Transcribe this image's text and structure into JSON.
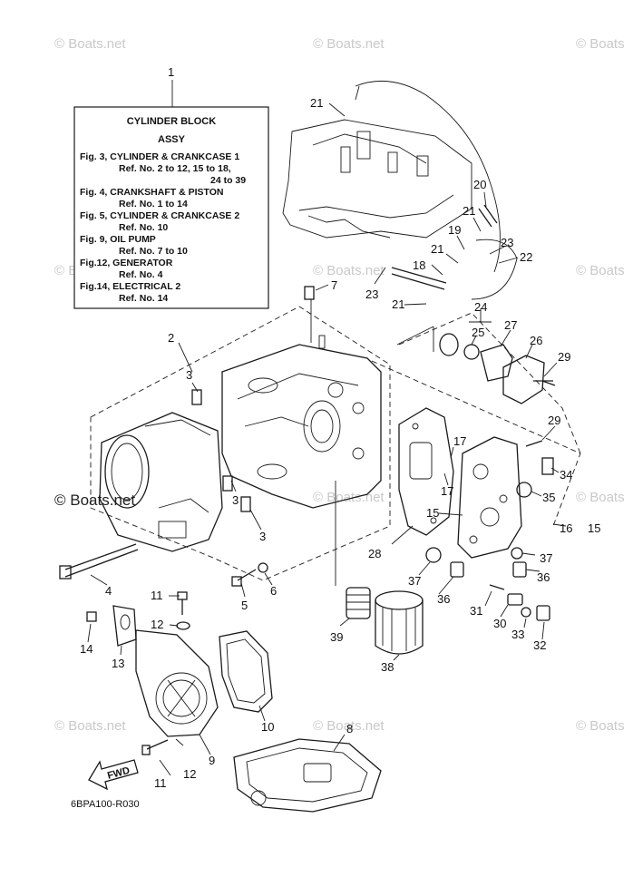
{
  "watermarks": [
    "© Boats.net",
    "© Boats.net",
    "© Boats",
    "© Boats.net",
    "© Boats",
    "© Boats.net",
    "© Boats.net",
    "© Boats",
    "© Boats.net",
    "© Boats.net",
    "© Boats"
  ],
  "watermark_dark": "© Boats.net",
  "reference_box": {
    "title_line1": "CYLINDER  BLOCK",
    "title_line2": "ASSY",
    "lines": [
      "Fig. 3, CYLINDER & CRANKCASE 1",
      "Ref. No. 2 to 12, 15 to 18,",
      "24 to 39",
      "Fig. 4, CRANKSHAFT & PISTON",
      "Ref. No. 1 to 14",
      "Fig. 5, CYLINDER & CRANKCASE 2",
      "Ref. No. 10",
      "Fig. 9, OIL PUMP",
      "Ref. No. 7 to 10",
      "Fig.12, GENERATOR",
      "Ref. No. 4",
      "Fig.14, ELECTRICAL 2",
      "Ref. No. 14"
    ]
  },
  "callouts": {
    "c1": "1",
    "c2": "2",
    "c3a": "3",
    "c3b": "3",
    "c3c": "3",
    "c4": "4",
    "c5": "5",
    "c6": "6",
    "c7": "7",
    "c8": "8",
    "c9": "9",
    "c10": "10",
    "c11a": "11",
    "c11b": "11",
    "c12a": "12",
    "c12b": "12",
    "c13": "13",
    "c14": "14",
    "c15a": "15",
    "c15b": "15",
    "c16": "16",
    "c17a": "17",
    "c17b": "17",
    "c18": "18",
    "c19": "19",
    "c20": "20",
    "c21a": "21",
    "c21b": "21",
    "c21c": "21",
    "c21d": "21",
    "c22": "22",
    "c23a": "23",
    "c23b": "23",
    "c24": "24",
    "c25": "25",
    "c26": "26",
    "c27": "27",
    "c28": "28",
    "c29a": "29",
    "c29b": "29",
    "c30": "30",
    "c31": "31",
    "c32": "32",
    "c33": "33",
    "c34": "34",
    "c35": "35",
    "c36a": "36",
    "c36b": "36",
    "c37a": "37",
    "c37b": "37",
    "c38": "38",
    "c39": "39"
  },
  "fwd_label": "FWD",
  "diagram_code": "6BPA100-R030"
}
